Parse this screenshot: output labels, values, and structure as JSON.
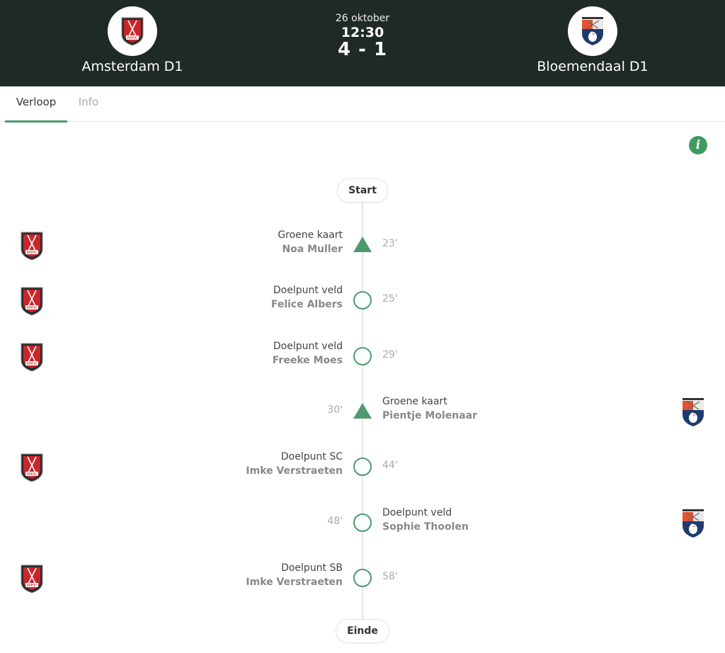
{
  "header": {
    "date": "26 oktober",
    "time": "12:30",
    "score": "4 - 1",
    "home_team": {
      "name": "Amsterdam D1",
      "logo_icon": "amsterdam-club-crest"
    },
    "away_team": {
      "name": "Bloemendaal D1",
      "logo_icon": "bloemendaal-club-crest"
    }
  },
  "tabs": [
    {
      "label": "Verloop",
      "active": true
    },
    {
      "label": "Info",
      "active": false
    }
  ],
  "info_button": {
    "icon": "info-icon",
    "color": "#3f9b5f"
  },
  "timeline": {
    "start_label": "Start",
    "end_label": "Einde",
    "accent_color": "#4e9a6e",
    "events": [
      {
        "team": "home",
        "type": "Groene kaart",
        "player": "Noa Muller",
        "minute": "23'",
        "marker": "triangle"
      },
      {
        "team": "home",
        "type": "Doelpunt veld",
        "player": "Felice Albers",
        "minute": "25'",
        "marker": "circle"
      },
      {
        "team": "home",
        "type": "Doelpunt veld",
        "player": "Freeke Moes",
        "minute": "29'",
        "marker": "circle"
      },
      {
        "team": "away",
        "type": "Groene kaart",
        "player": "Pientje Molenaar",
        "minute": "30'",
        "marker": "triangle"
      },
      {
        "team": "home",
        "type": "Doelpunt SC",
        "player": "Imke Verstraeten",
        "minute": "44'",
        "marker": "circle"
      },
      {
        "team": "away",
        "type": "Doelpunt veld",
        "player": "Sophie Thoolen",
        "minute": "48'",
        "marker": "circle"
      },
      {
        "team": "home",
        "type": "Doelpunt SB",
        "player": "Imke Verstraeten",
        "minute": "58'",
        "marker": "circle"
      }
    ]
  }
}
